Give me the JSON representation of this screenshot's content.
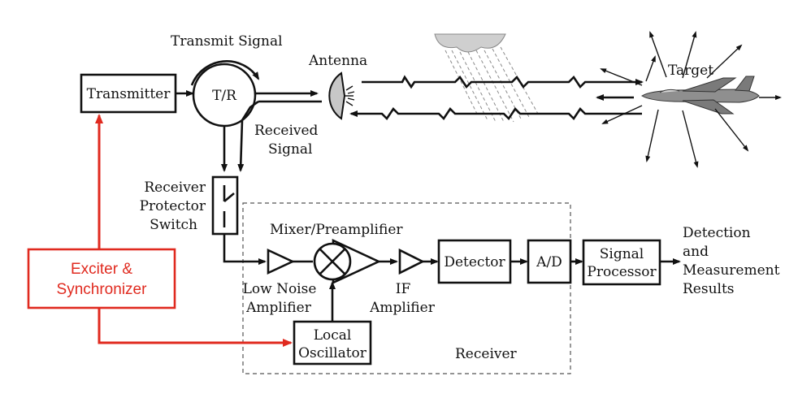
{
  "diagram": {
    "blocks": {
      "transmitter": "Transmitter",
      "tr_switch": "T/R",
      "detector": "Detector",
      "ad": "A/D",
      "signal_processor": [
        "Signal",
        "Processor"
      ],
      "local_oscillator": [
        "Local",
        "Oscillator"
      ],
      "exciter": [
        "Exciter &",
        "Synchronizer"
      ]
    },
    "labels": {
      "transmit_signal": "Transmit Signal",
      "antenna": "Antenna",
      "target": "Target",
      "received_signal": [
        "Received",
        "Signal"
      ],
      "receiver_protector": [
        "Receiver",
        "Protector",
        "Switch"
      ],
      "mixer": "Mixer/Preamplifier",
      "lna": [
        "Low Noise",
        "Amplifier"
      ],
      "if_amp": [
        "IF",
        "Amplifier"
      ],
      "receiver": "Receiver",
      "results": [
        "Detection",
        "and",
        "Measurement",
        "Results"
      ]
    },
    "colors": {
      "line": "#111111",
      "exciter_accent": "#e02a1f",
      "receiver_boundary": "#555555",
      "rain": "#8a8a8a",
      "cloud": "#cfcfcf",
      "aircraft": "#8f8f8f"
    }
  }
}
